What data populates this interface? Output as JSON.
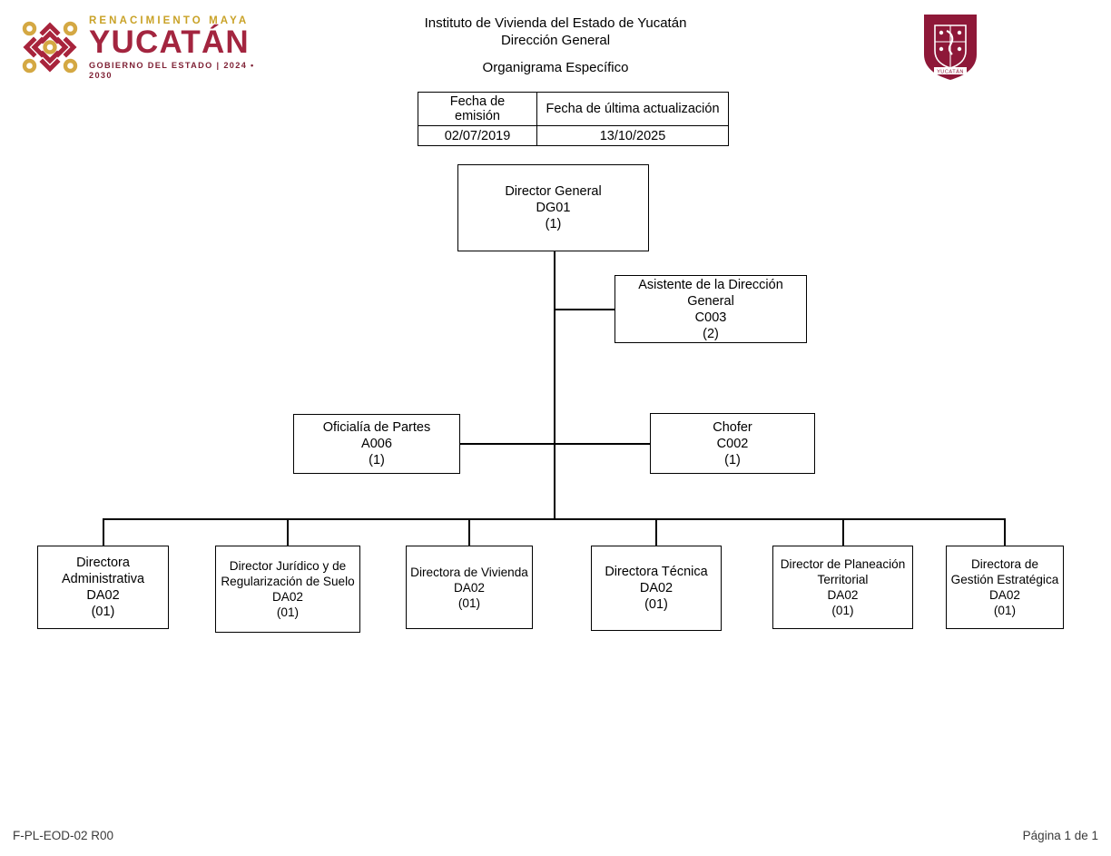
{
  "logo": {
    "kicker": "RENACIMIENTO MAYA",
    "main": "YUCATÁN",
    "sub": "GOBIERNO DEL ESTADO  |  2024 • 2030",
    "emblem_gold": "#D4A843",
    "emblem_crimson": "#A8243C",
    "shield_color": "#8E1838",
    "shield_label": "YUCATÁN"
  },
  "header": {
    "title_line1": "Instituto de Vivienda del Estado de Yucatán",
    "title_line2": "Dirección General",
    "subtitle": "Organigrama Específico"
  },
  "date_table": {
    "headers": [
      "Fecha de emisión",
      "Fecha de última actualización"
    ],
    "values": [
      "02/07/2019",
      "13/10/2025"
    ]
  },
  "chart_data": {
    "type": "org-chart",
    "nodes": [
      {
        "id": "dg",
        "title": "Director General",
        "code": "DG01",
        "count": "(1)"
      },
      {
        "id": "asis",
        "title": "Asistente de la Dirección General",
        "code": "C003",
        "count": "(2)"
      },
      {
        "id": "ofic",
        "title": "Oficialía de Partes",
        "code": "A006",
        "count": "(1)"
      },
      {
        "id": "chof",
        "title": "Chofer",
        "code": "C002",
        "count": "(1)"
      },
      {
        "id": "b1",
        "title": "Directora\nAdministrativa",
        "code": "DA02",
        "count": "(01)"
      },
      {
        "id": "b2",
        "title": "Director Jurídico y de\nRegularización de Suelo",
        "code": "DA02",
        "count": "(01)"
      },
      {
        "id": "b3",
        "title": "Directora de Vivienda",
        "code": "DA02",
        "count": "(01)"
      },
      {
        "id": "b4",
        "title": "Directora Técnica",
        "code": "DA02",
        "count": "(01)"
      },
      {
        "id": "b5",
        "title": "Director de Planeación\nTerritorial",
        "code": "DA02",
        "count": "(01)"
      },
      {
        "id": "b6",
        "title": "Directora de\nGestión Estratégica",
        "code": "DA02",
        "count": "(01)"
      }
    ],
    "edges": [
      {
        "from": "dg",
        "to": "asis"
      },
      {
        "from": "dg",
        "to": "ofic"
      },
      {
        "from": "dg",
        "to": "chof"
      },
      {
        "from": "dg",
        "to": "b1"
      },
      {
        "from": "dg",
        "to": "b2"
      },
      {
        "from": "dg",
        "to": "b3"
      },
      {
        "from": "dg",
        "to": "b4"
      },
      {
        "from": "dg",
        "to": "b5"
      },
      {
        "from": "dg",
        "to": "b6"
      }
    ]
  },
  "boxes": {
    "dg": {
      "text": "Director General\nDG01\n(1)"
    },
    "asis": {
      "text": "Asistente de la Dirección General\nC003\n(2)"
    },
    "ofic": {
      "text": "Oficialía de Partes\nA006\n(1)"
    },
    "chof": {
      "text": "Chofer\nC002\n(1)"
    },
    "b1": {
      "text": "Directora\nAdministrativa\nDA02\n(01)"
    },
    "b2": {
      "text": "Director Jurídico y de\nRegularización de Suelo\nDA02\n(01)"
    },
    "b3": {
      "text": "Directora de Vivienda\nDA02\n(01)"
    },
    "b4": {
      "text": "Directora Técnica\nDA02\n(01)"
    },
    "b5": {
      "text": "Director de Planeación\nTerritorial\nDA02\n(01)"
    },
    "b6": {
      "text": "Directora de\nGestión Estratégica\nDA02\n(01)"
    }
  },
  "footer": {
    "left": "F-PL-EOD-02 R00",
    "right": "Página 1 de 1"
  }
}
